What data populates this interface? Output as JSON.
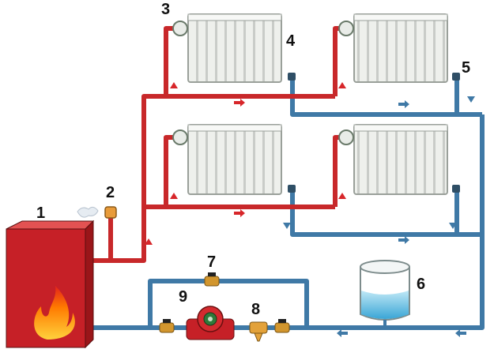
{
  "diagram": {
    "numbers": {
      "boiler": "1",
      "expansion_valve": "2",
      "radiator_valve_top": "3",
      "radiator_top_left": "4",
      "air_vent_top_right": "5",
      "expansion_tank": "6",
      "bypass_valve": "7",
      "filter": "8",
      "circulation_pump": "9"
    },
    "colors": {
      "supply": "#c8282a",
      "return": "#3f79a6",
      "boiler_body": "#c62027",
      "radiator": "#e9ece8",
      "water": "#6fc6e6"
    }
  }
}
